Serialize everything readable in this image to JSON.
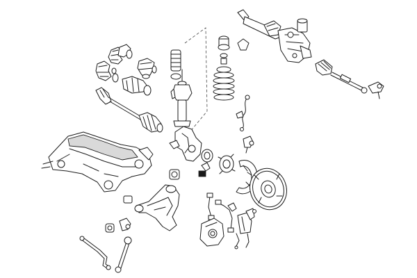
{
  "diagram": {
    "background": "#ffffff",
    "line_color": "#1a1a1a",
    "parts": [
      {
        "name": "cv-boot",
        "count": 2
      },
      {
        "name": "cv-boot-kit",
        "count": 3
      },
      {
        "name": "drive-shaft",
        "count": 2
      },
      {
        "name": "strut-dust-cover",
        "count": 1
      },
      {
        "name": "shock-absorber",
        "count": 1
      },
      {
        "name": "strut-mount",
        "count": 1
      },
      {
        "name": "coil-spring",
        "count": 1
      },
      {
        "name": "steering-rack",
        "count": 1
      },
      {
        "name": "tie-rod",
        "count": 2
      },
      {
        "name": "tie-rod-end",
        "count": 1
      },
      {
        "name": "abs-sensor",
        "count": 2
      },
      {
        "name": "steering-knuckle",
        "count": 1
      },
      {
        "name": "wheel-bearing",
        "count": 1
      },
      {
        "name": "wheel-hub",
        "count": 1
      },
      {
        "name": "brake-shield",
        "count": 1
      },
      {
        "name": "brake-disc",
        "count": 1
      },
      {
        "name": "subframe",
        "count": 1
      },
      {
        "name": "control-arm",
        "count": 1
      },
      {
        "name": "control-arm-bushing",
        "count": 3
      },
      {
        "name": "ball-joint",
        "count": 1
      },
      {
        "name": "brake-hose",
        "count": 2
      },
      {
        "name": "brake-caliper",
        "count": 1
      },
      {
        "name": "brake-pad-set",
        "count": 1
      },
      {
        "name": "stabilizer-bar",
        "count": 1
      },
      {
        "name": "stabilizer-link",
        "count": 1
      }
    ]
  }
}
